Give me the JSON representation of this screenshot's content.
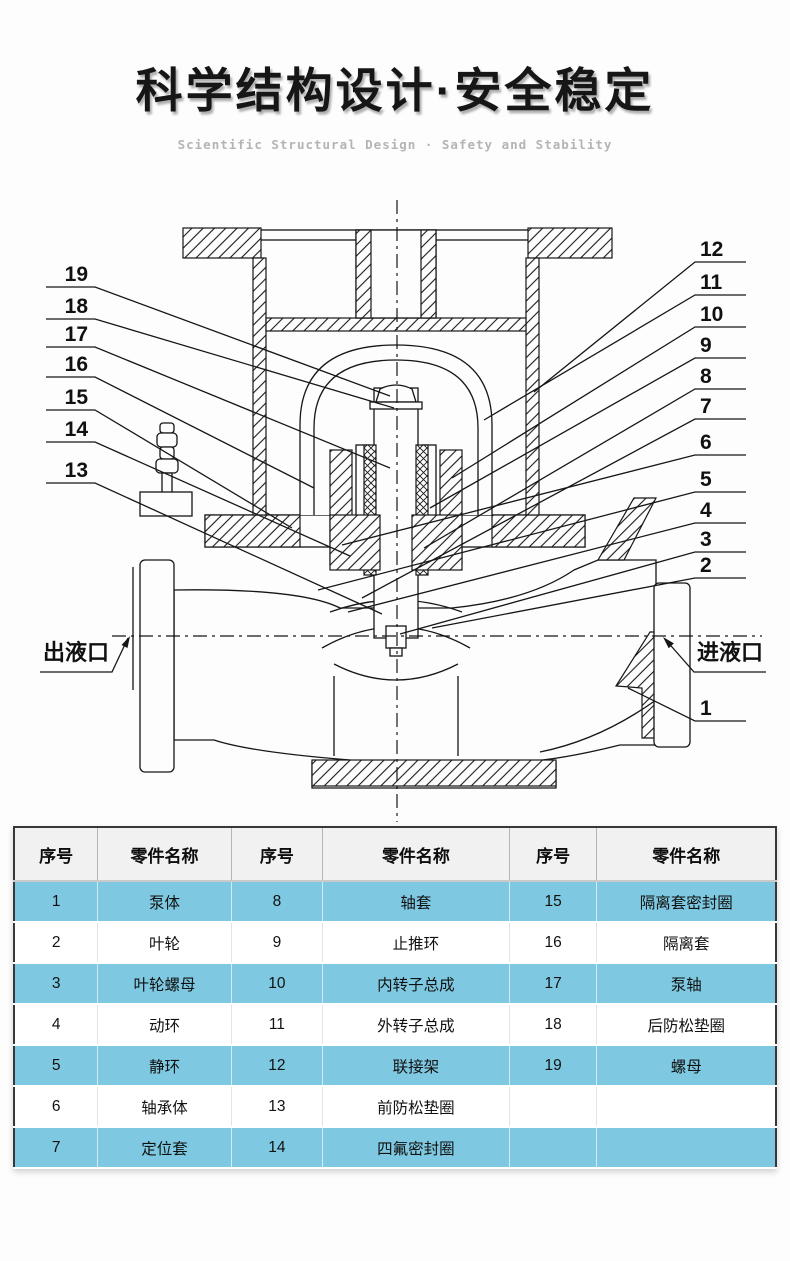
{
  "header": {
    "title": "科学结构设计·安全稳定",
    "subtitle": "Scientific Structural Design · Safety and Stability"
  },
  "diagram": {
    "left_callouts": [
      "19",
      "18",
      "17",
      "16",
      "15",
      "14",
      "13"
    ],
    "right_callouts": [
      "12",
      "11",
      "10",
      "9",
      "8",
      "7",
      "6",
      "5",
      "4",
      "3",
      "2"
    ],
    "bottom_callout": "1",
    "left_port_label": "出液口",
    "right_port_label": "进液口"
  },
  "table": {
    "headers": [
      "序号",
      "零件名称",
      "序号",
      "零件名称",
      "序号",
      "零件名称"
    ],
    "rows": [
      [
        "1",
        "泵体",
        "8",
        "轴套",
        "15",
        "隔离套密封圈"
      ],
      [
        "2",
        "叶轮",
        "9",
        "止推环",
        "16",
        "隔离套"
      ],
      [
        "3",
        "叶轮螺母",
        "10",
        "内转子总成",
        "17",
        "泵轴"
      ],
      [
        "4",
        "动环",
        "11",
        "外转子总成",
        "18",
        "后防松垫圈"
      ],
      [
        "5",
        "静环",
        "12",
        "联接架",
        "19",
        "螺母"
      ],
      [
        "6",
        "轴承体",
        "13",
        "前防松垫圈",
        "",
        ""
      ],
      [
        "7",
        "定位套",
        "14",
        "四氟密封圈",
        "",
        ""
      ]
    ]
  },
  "colors": {
    "row_blue": "#7ec9e1",
    "header_gray": "#f1f1f1",
    "line_black": "#161616",
    "subtitle_gray": "#b4b4b4"
  }
}
